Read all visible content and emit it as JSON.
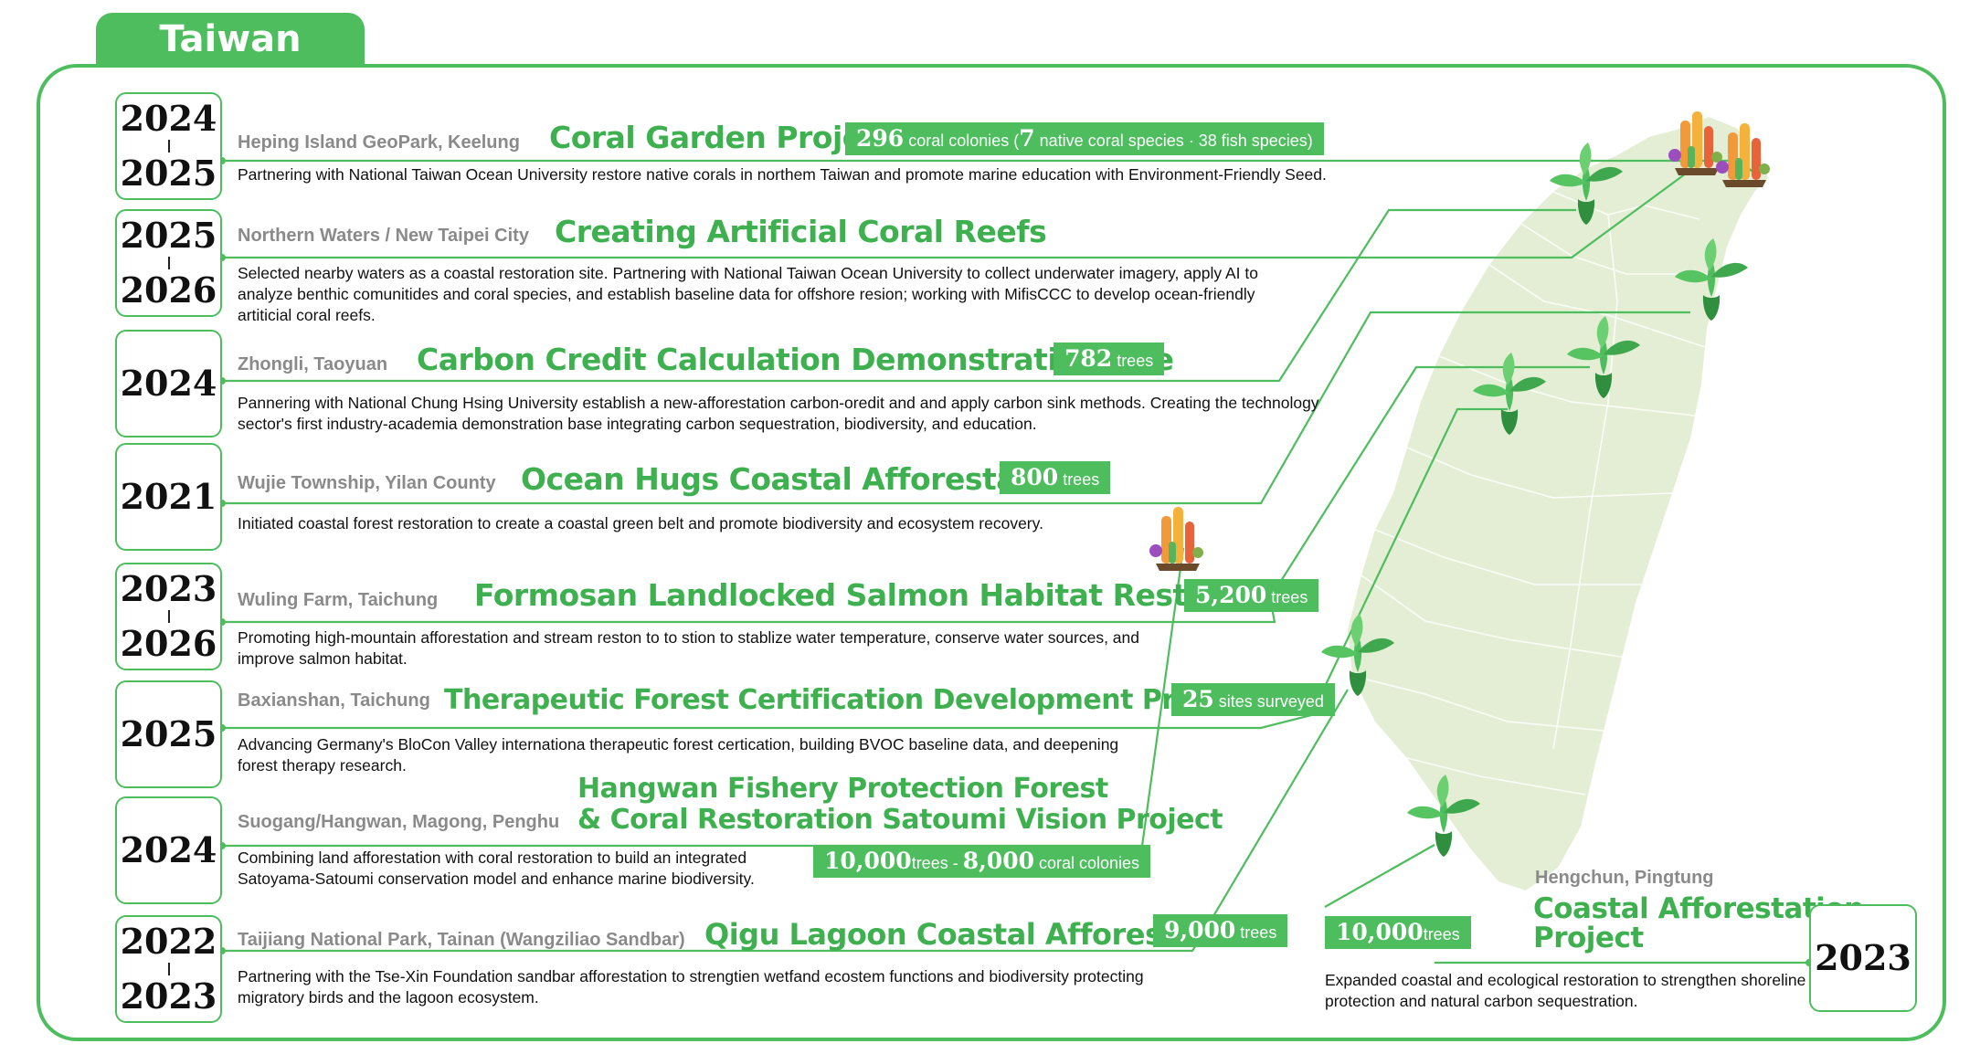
{
  "region_tab": "Taiwan",
  "projects": [
    {
      "years": [
        "2024",
        "2025"
      ],
      "location": "Heping Island GeoPark, Keelung",
      "title": "Coral Garden Project",
      "badge": {
        "n1": "296",
        "t1": " coral colonies (",
        "n2": "7",
        "t2": " native coral species · 38 fish species)"
      },
      "desc": "Partnering with National Taiwan Ocean University restore native corals in northem Taiwan and promote marine education with Environment-Friendly Seed."
    },
    {
      "years": [
        "2025",
        "2026"
      ],
      "location": "Northern Waters / New Taipei City",
      "title": "Creating Artificial Coral Reefs",
      "desc": "Selected nearby waters as a coastal restoration site. Partnering with National Taiwan Ocean University to collect underwater imagery, apply AI to analyze benthic comunitides and coral species, and establish baseline data for offshore resion; working with MifisCCC to develop ocean-friendly artiticial coral reefs."
    },
    {
      "years": [
        "2024"
      ],
      "location": "Zhongli, Taoyuan",
      "title": "Carbon Credit Calculation Demonstration Site",
      "badge": {
        "n1": "782",
        "t1": " trees"
      },
      "desc": "Pannering with National Chung Hsing University establish a new-afforestation carbon-oredit and and apply carbon sink methods. Creating the technology sector's first industry-academia demonstration base integrating carbon sequestration, biodiversity, and education."
    },
    {
      "years": [
        "2021"
      ],
      "location": "Wujie Township, Yilan County",
      "title": "Ocean Hugs Coastal Afforestation",
      "badge": {
        "n1": "800",
        "t1": " trees"
      },
      "desc": "Initiated coastal forest restoration to create a coastal green belt and promote biodiversity and ecosystem recovery."
    },
    {
      "years": [
        "2023",
        "2026"
      ],
      "location": "Wuling Farm, Taichung",
      "title": "Formosan Landlocked Salmon Habitat Restoration",
      "badge": {
        "n1": "5,200",
        "t1": " trees"
      },
      "desc": "Promoting high-mountain afforestation and stream reston to to stion to stablize water temperature, conserve water sources, and improve salmon habitat."
    },
    {
      "years": [
        "2025"
      ],
      "location": "Baxianshan, Taichung",
      "title": "Therapeutic Forest Certification Development Program",
      "badge": {
        "n1": "25",
        "t1": " sites surveyed"
      },
      "desc": "Advancing Germany's BloCon Valley internationa therapeutic forest certication, building BVOC baseline data, and deepening forest therapy research."
    },
    {
      "years": [
        "2024"
      ],
      "location": "Suogang/Hangwan, Magong, Penghu",
      "title_lines": [
        "Hangwan Fishery Protection Forest",
        "& Coral Restoration Satoumi Vision Project"
      ],
      "badge": {
        "n1": "10,000",
        "t1": "trees - ",
        "n2": "8,000",
        "t2": " coral colonies"
      },
      "desc": "Combining land afforestation with coral restoration to build an integrated Satoyama-Satoumi conservation model and enhance marine biodiversity."
    },
    {
      "years": [
        "2022",
        "2023"
      ],
      "location": "Taijiang National Park, Tainan (Wangziliao Sandbar)",
      "title": "Qigu Lagoon Coastal Afforestation",
      "badge": {
        "n1": "9,000",
        "t1": " trees"
      },
      "desc": "Partnering with the Tse-Xin Foundation sandbar afforestation to strengtien wetfand ecostem functions and biodiversity protecting migratory birds and the lagoon ecosystem."
    }
  ],
  "hengchun": {
    "location": "Hengchun, Pingtung",
    "title_lines": [
      "Coastal Afforestation",
      "Project"
    ],
    "year": "2023",
    "badge": {
      "n1": "10,000",
      "t1": "trees"
    },
    "desc": "Expanded coastal and ecological restoration to strengthen shoreline protection and natural carbon sequestration."
  },
  "colors": {
    "accent": "#4dbd5e",
    "title_green": "#3fb04f",
    "map_fill": "#e4eed4",
    "location_gray": "#8a8a8a"
  }
}
